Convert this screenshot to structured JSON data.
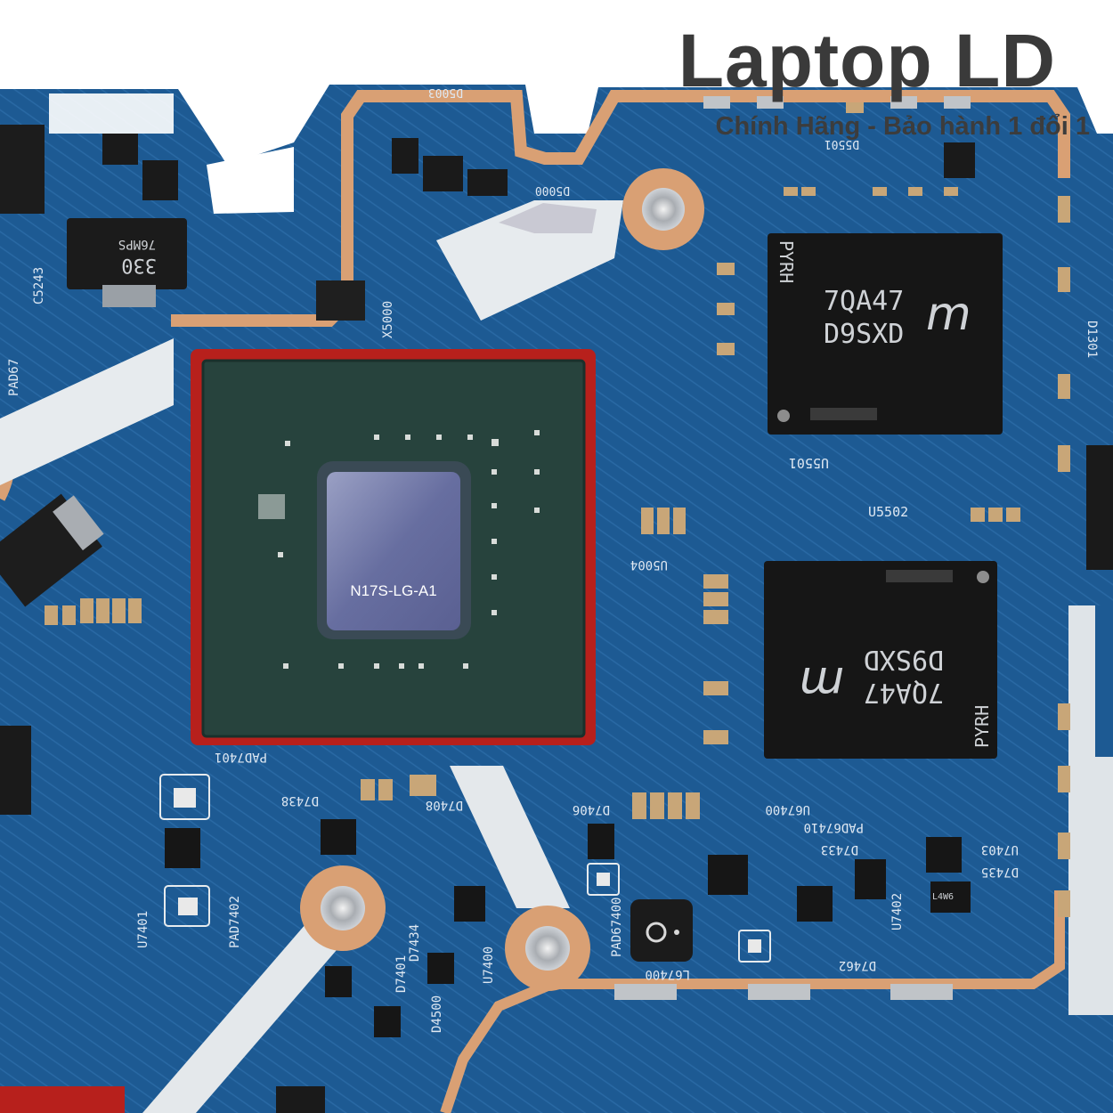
{
  "watermark": {
    "brand": "Laptop LD",
    "tagline": "Chính Hãng - Bảo hành 1 đổi 1"
  },
  "gpu": {
    "die_marking": "N17S-LG-A1"
  },
  "vram": [
    {
      "line1": "7QA47",
      "line2": "D9SXD",
      "side": "PYRH"
    },
    {
      "line1": "7QA47",
      "line2": "D9SXD",
      "side": "PYRH"
    }
  ],
  "silkscreen": {
    "u5501": "U5501",
    "u5502": "U5502",
    "u5004": "U5004",
    "x5000": "X5000",
    "d5003": "D5003",
    "d5000": "D5000",
    "c5243": "C5243",
    "pad67": "PAD67",
    "u7401": "U7401",
    "pad7401": "PAD7401",
    "pad7402": "PAD7402",
    "d7438": "D7438",
    "d7408": "D7408",
    "d7406": "D7406",
    "pad67400": "PAD67400",
    "u7400": "U7400",
    "l67400": "L67400",
    "d7434": "D7434",
    "d7401": "D7401",
    "d4500": "D4500",
    "u67400": "U67400",
    "pad67410": "PAD67410",
    "d7433": "D7433",
    "u7402": "U7402",
    "d7462": "D7462",
    "u7403": "U7403",
    "d7435": "D7435",
    "d1301": "D1301",
    "d5501": "D5501",
    "chip_330": "330",
    "chip_76mps": "76MPS",
    "chip_l4w6": "L4W6"
  },
  "colors": {
    "pcb_blue": "#1d5a93",
    "copper": "#d9a074",
    "solder_mask_red": "#b7201c",
    "gpu_substrate": "#27433d",
    "die": "#6f76a3",
    "vram_body": "#161616"
  }
}
